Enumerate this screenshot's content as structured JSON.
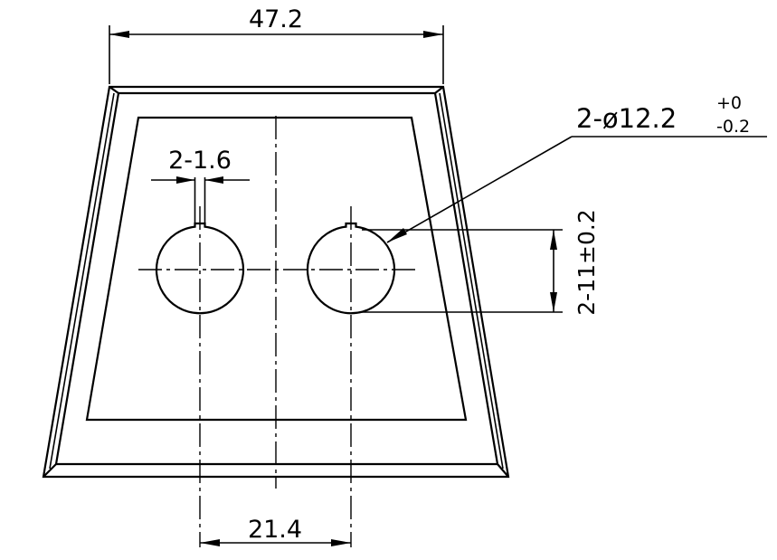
{
  "dimensions": {
    "overall_width": "47.2",
    "hole_spacing": "21.4",
    "keyway_width": "2-1.6",
    "hole_diameter_main": "2-ø12.2",
    "hole_diameter_tol_upper": "+0",
    "hole_diameter_tol_lower": "-0.2",
    "keyway_depth": "2-11±0.2"
  },
  "colors": {
    "line": "#000000",
    "background": "#ffffff"
  }
}
